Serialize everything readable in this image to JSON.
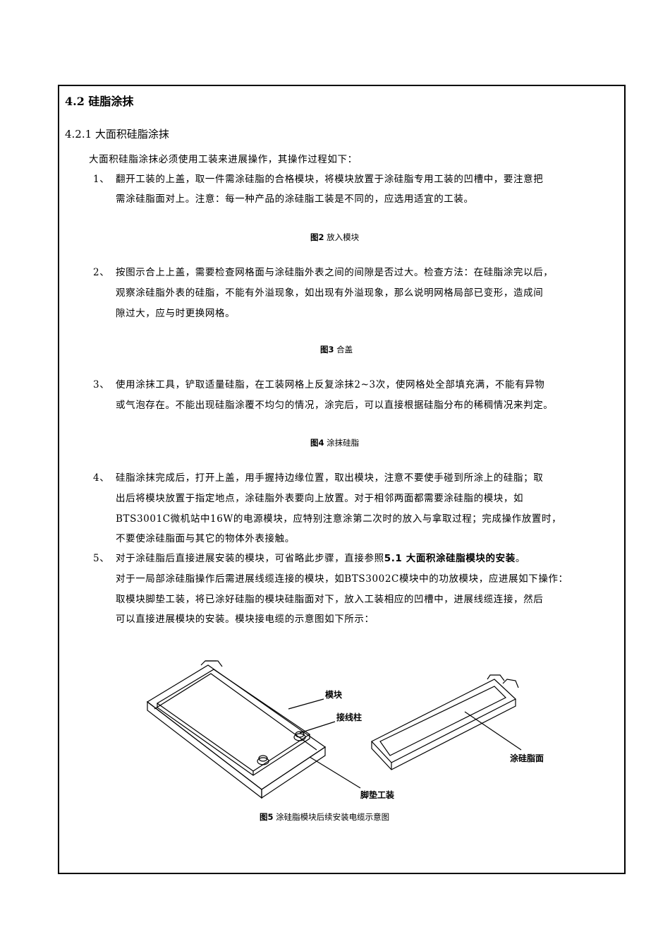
{
  "section": {
    "heading": "4.2  硅脂涂抹",
    "subheading": "4.2.1 大面积硅脂涂抹",
    "intro": "大面积硅脂涂抹必须使用工装来进展操作，其操作过程如下："
  },
  "steps": [
    {
      "num": "1、",
      "lines": [
        "翻开工装的上盖，取一件需涂硅脂的合格模块，将模块放置于涂硅脂专用工装的凹槽中，要注意把",
        "需涂硅脂面对上。注意：每一种产品的涂硅脂工装是不同的，应选用适宜的工装。"
      ]
    },
    {
      "num": "2、",
      "lines": [
        "按图示合上上盖，需要检查网格面与涂硅脂外表之间的间隙是否过大。检查方法：在硅脂涂完以后，",
        "观察涂硅脂外表的硅脂，不能有外溢现象，如出现有外溢现象，那么说明网格局部已变形，造成间",
        "隙过大，应与时更换网格。"
      ]
    },
    {
      "num": "3、",
      "lines": [
        "使用涂抹工具，铲取适量硅脂，在工装网格上反复涂抹2~3次，使网格处全部填充满，不能有异物",
        "或气泡存在。不能出现硅脂涂覆不均匀的情况，涂完后，可以直接根据硅脂分布的稀稠情况来判定。"
      ]
    },
    {
      "num": "4、",
      "lines": [
        "硅脂涂抹完成后，打开上盖，用手握持边缘位置，取出模块，注意不要使手碰到所涂上的硅脂；取",
        "出后将模块放置于指定地点，涂硅脂外表要向上放置。对于相邻两面都需要涂硅脂的模块，如",
        "BTS3001C微机站中16W的电源模块，应特别注意涂第二次时的放入与拿取过程；完成操作放置时，",
        "不要使涂硅脂面与其它的物体外表接触。"
      ]
    },
    {
      "num": "5、",
      "line1": "对于涂硅脂后直接进展安装的模块，可省略此步骤，直接参照",
      "ref": "5.1 大面积涂硅脂模块的安装",
      "line1_end": "。",
      "lines": [
        "对于一局部涂硅脂操作后需进展线缆连接的模块，如BTS3002C模块中的功放模块，应进展如下操作：",
        "取模块脚垫工装，将已涂好硅脂的模块硅脂面对下，放入工装相应的凹槽中，进展线缆连接，然后",
        "可以直接进展模块的安装。模块接电缆的示意图如下所示："
      ]
    }
  ],
  "figures": [
    {
      "id": "图2",
      "caption": "放入模块"
    },
    {
      "id": "图3",
      "caption": "合盖"
    },
    {
      "id": "图4",
      "caption": "涂抹硅脂"
    },
    {
      "id": "图5",
      "caption": "涂硅脂模块后续安装电缆示意图"
    }
  ],
  "drawing": {
    "label_module": "模块",
    "label_terminal": "接线柱",
    "label_pad": "脚垫工装",
    "label_grease": "涂硅脂面"
  }
}
